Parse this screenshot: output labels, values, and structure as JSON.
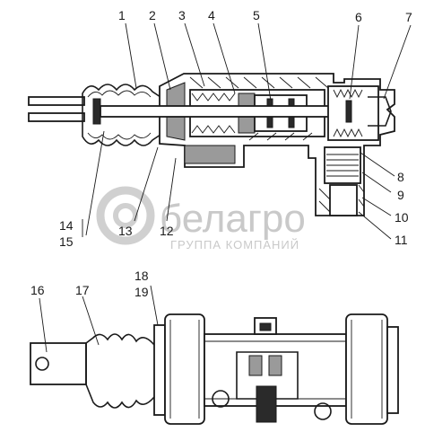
{
  "callouts": [
    "1",
    "2",
    "3",
    "4",
    "5",
    "6",
    "7",
    "8",
    "9",
    "10",
    "11",
    "12",
    "13",
    "14",
    "15",
    "16",
    "17",
    "18",
    "19"
  ],
  "watermark": {
    "brand": "белагро",
    "tagline": "ГРУППА КОМПАНИЙ"
  },
  "colors": {
    "ink": "#1a1a1a",
    "watermark": "#c9c9c9",
    "background": "#ffffff"
  }
}
